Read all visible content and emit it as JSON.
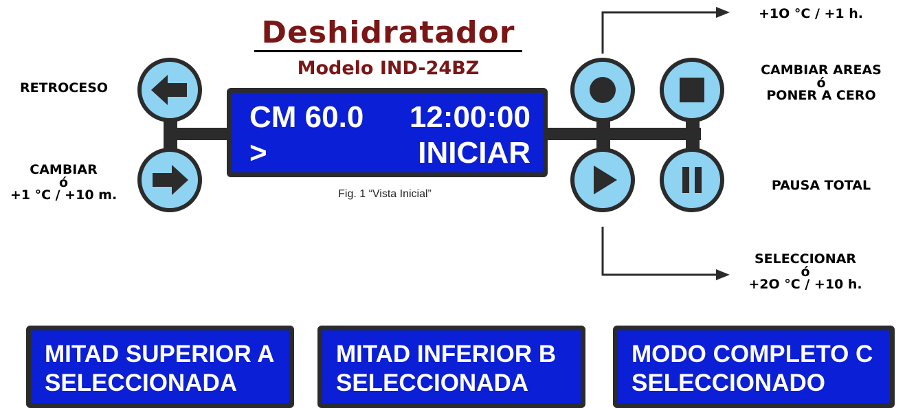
{
  "title": "Deshidratador",
  "subtitle": "Modelo IND-24BZ",
  "display": {
    "line1_left": "CM 60.0",
    "line1_right": "12:00:00",
    "line2_left": ">",
    "line2_right": "INICIAR"
  },
  "caption": "Fig. 1 “Vista Inicial”",
  "left_buttons": [
    {
      "icon": "arrow-left-icon",
      "label": "RETROCESO"
    },
    {
      "icon": "arrow-right-icon",
      "label_lines": [
        "CAMBIAR",
        "ó",
        "+1 °C / +10 m."
      ]
    }
  ],
  "right_buttons": [
    {
      "icon": "circle-icon",
      "label": "+1O °C / +1 h."
    },
    {
      "icon": "square-icon",
      "label_lines": [
        "CAMBIAR AREAS",
        "ó",
        "PONER A CERO"
      ]
    },
    {
      "icon": "play-icon",
      "label_lines": [
        "SELECCIONAR",
        "ó",
        "+2O °C / +10 h."
      ]
    },
    {
      "icon": "pause-icon",
      "label": "PAUSA TOTAL"
    }
  ],
  "mode_displays": [
    {
      "line1": "MITAD SUPERIOR A",
      "line2": "SELECCIONADA"
    },
    {
      "line1": "MITAD INFERIOR B",
      "line2": "SELECCIONADA"
    },
    {
      "line1": "MODO COMPLETO C",
      "line2": "SELECCIONADO"
    }
  ],
  "colors": {
    "lcd_background": "#0a1fd6",
    "button_fill": "#8ed3f2",
    "frame": "#2b2b2b",
    "title": "#7a1616"
  }
}
